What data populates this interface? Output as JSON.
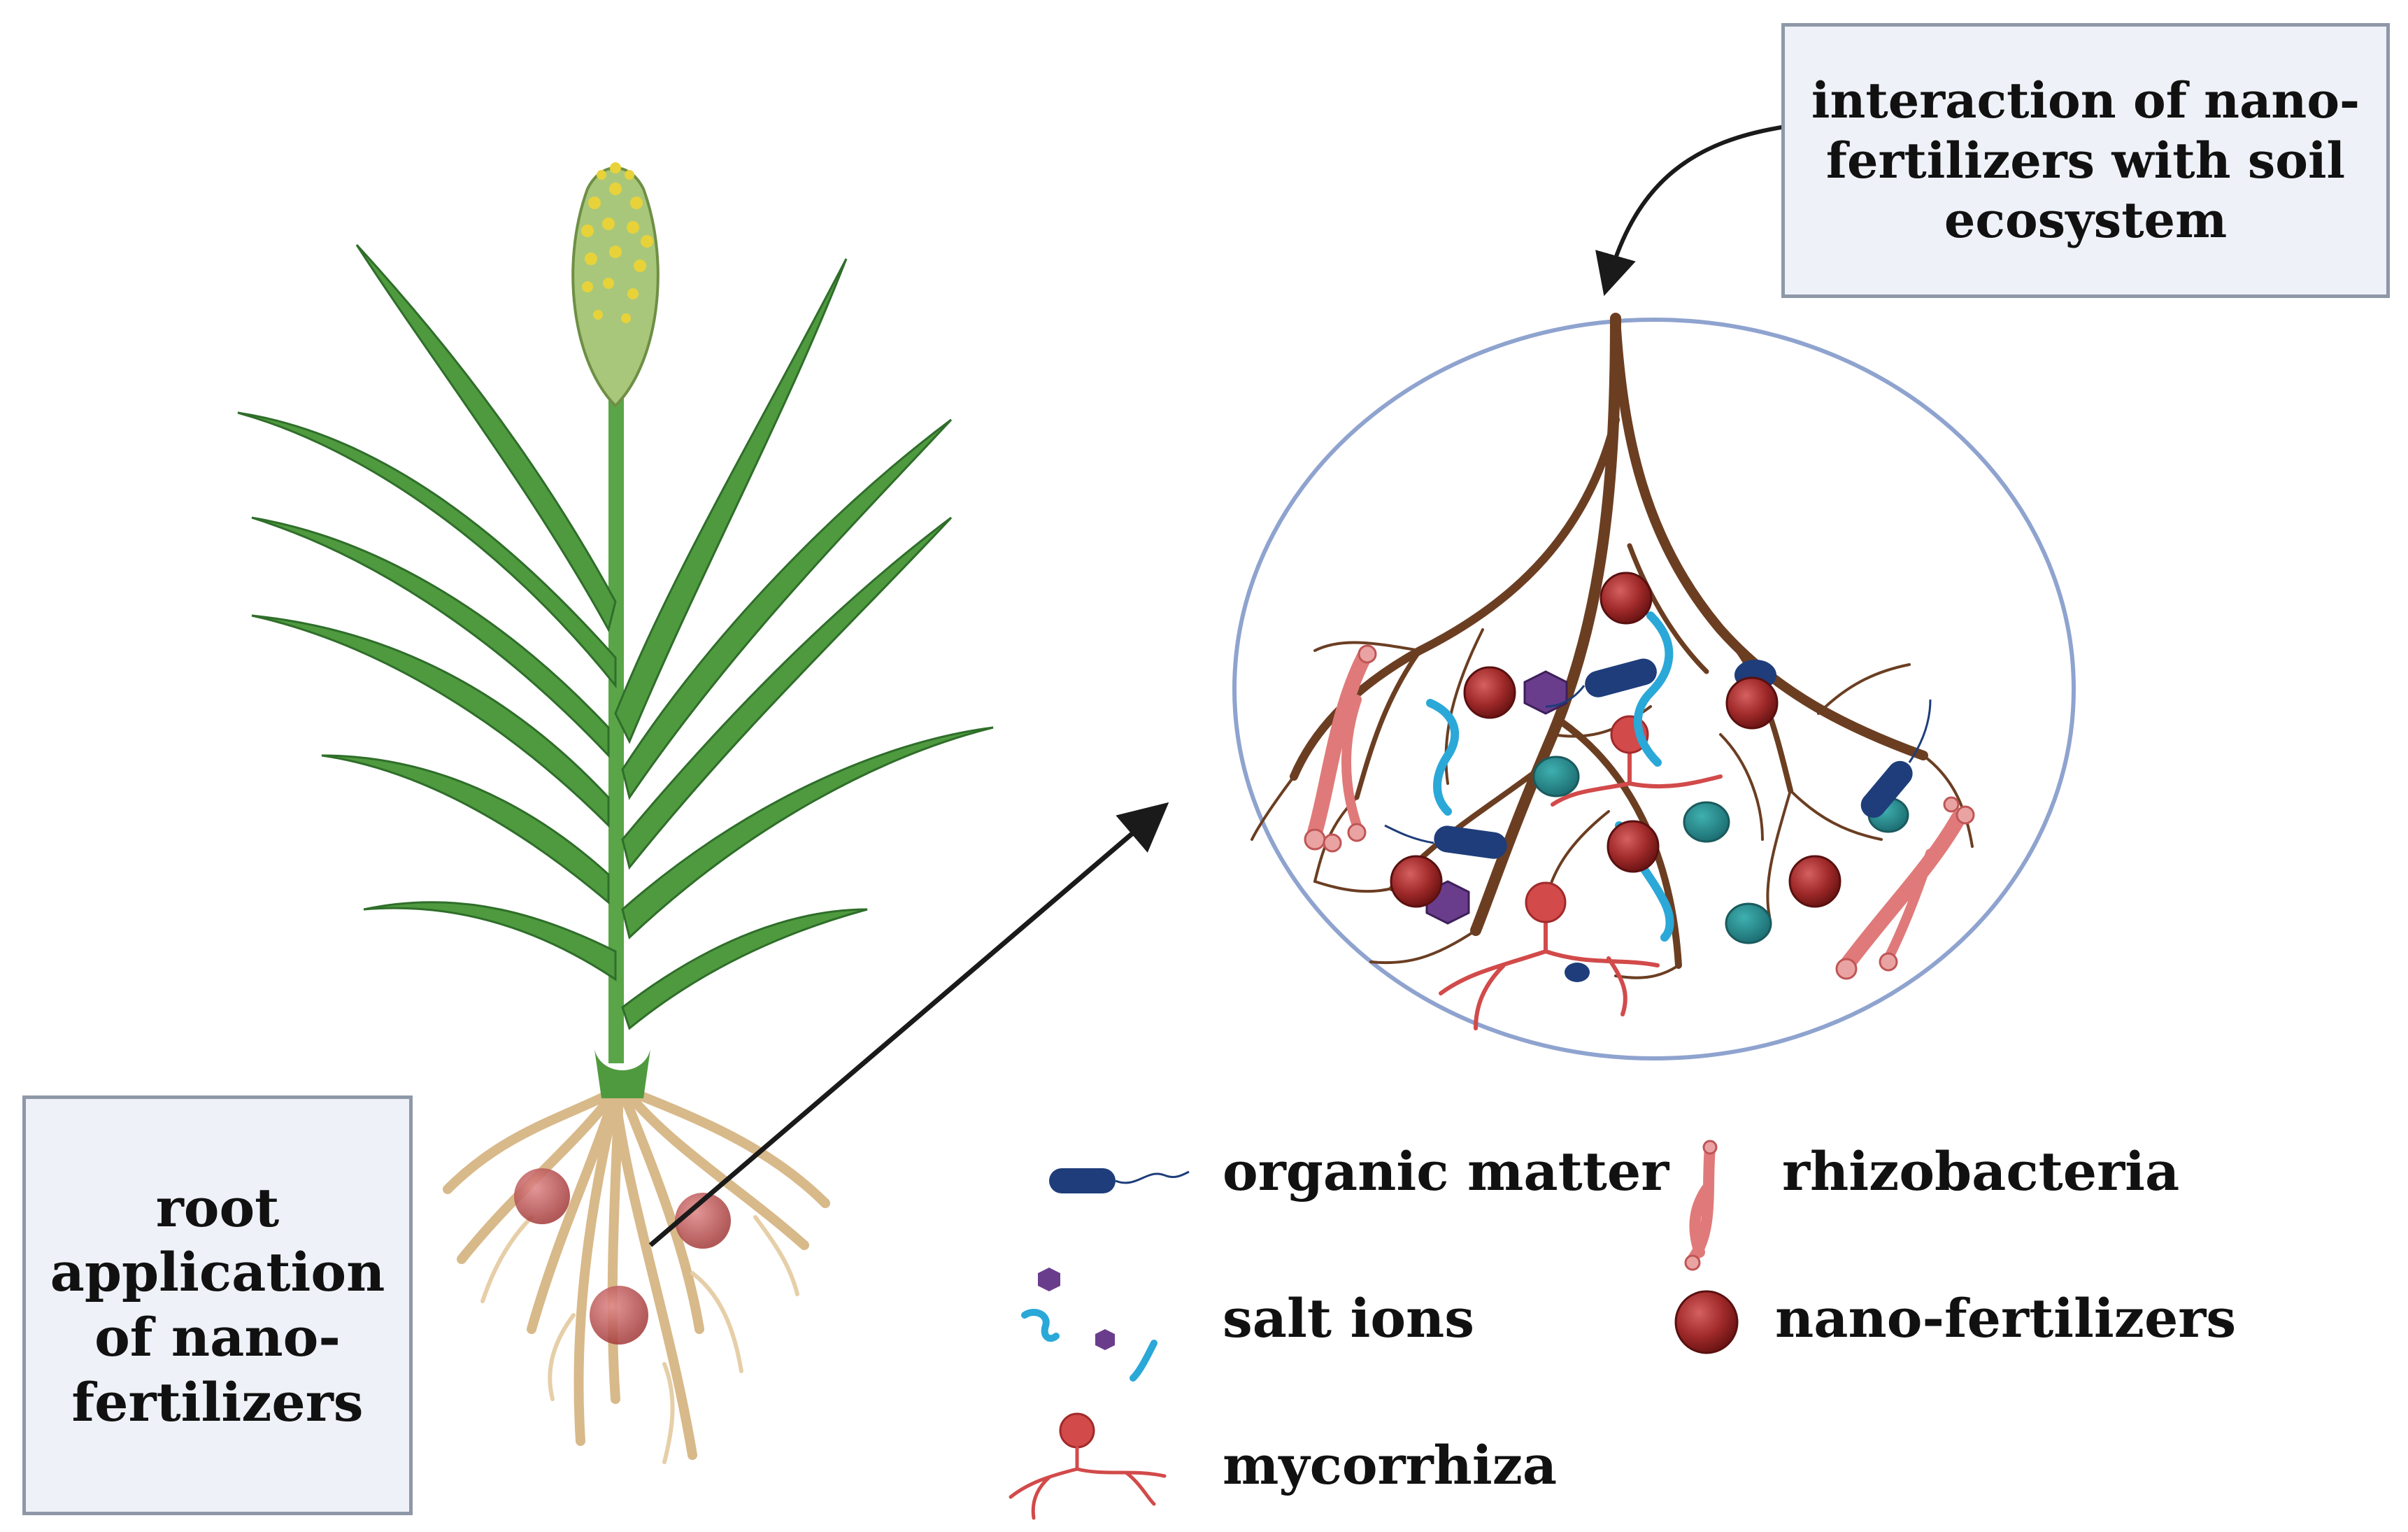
{
  "boxes": {
    "soil_interaction": "interaction of nano-fertilizers with soil ecosystem",
    "root_application": "root application of nano-fertilizers"
  },
  "legend": {
    "organic_matter": "organic matter",
    "rhizobacteria": "rhizobacteria",
    "salt_ions": "salt ions",
    "nano_fertilizers": "nano-fertilizers",
    "mycorrhiza": "mycorrhiza"
  },
  "colors": {
    "leaf": "#4f9a3f",
    "leaf_dark": "#2f6e2a",
    "stem": "#5aa548",
    "flower_head": "#a9c77a",
    "flower_yellow": "#e8d23a",
    "root_plant": "#d8b98a",
    "root_soil": "#6b3e22",
    "nano_particle": "#a12a2a",
    "bacterium": "#1e3d7a",
    "salt_purple": "#6a3d8c",
    "salt_cyan": "#2aa8d8",
    "mycorrhiza": "#d24a4a",
    "rhizobacteria": "#e07a7a",
    "teal_cell": "#2a8c8c",
    "circle_border": "#8fa3cf",
    "arrow": "#1a1a1a"
  }
}
